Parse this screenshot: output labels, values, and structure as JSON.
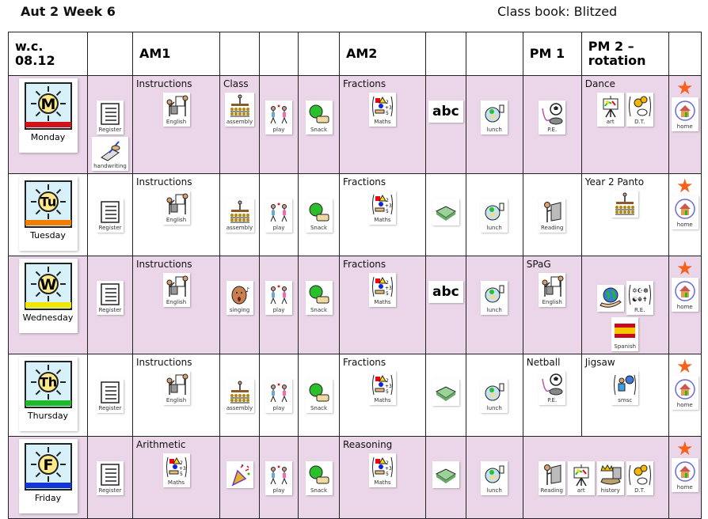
{
  "title": "Aut 2 Week 6",
  "class_book": "Class book: Blitzed",
  "header": [
    "w.c. 08.12",
    "",
    "AM1",
    "",
    "",
    "",
    "AM2",
    "",
    "",
    "PM 1",
    "PM 2 – rotation",
    ""
  ],
  "colors": {
    "pink": "#ead6e8",
    "star": "#f5621c"
  },
  "rows": [
    {
      "day": {
        "letter": "M",
        "name": "Monday",
        "bar": "#d0141a"
      },
      "pink": true,
      "cells": [
        {
          "symbols": [
            {
              "icon": "register",
              "label": "Register"
            },
            {
              "icon": "handwriting",
              "label": "handwriting"
            }
          ]
        },
        {
          "heading": "Instructions",
          "symbols": [
            {
              "icon": "english",
              "label": "English"
            }
          ]
        },
        {
          "heading": "Class",
          "symbols": [
            {
              "icon": "assembly",
              "label": "assembly"
            }
          ]
        },
        {
          "symbols": [
            {
              "icon": "play",
              "label": "play"
            }
          ]
        },
        {
          "symbols": [
            {
              "icon": "snack",
              "label": "Snack"
            }
          ]
        },
        {
          "heading": "Fractions",
          "symbols": [
            {
              "icon": "maths",
              "label": "Maths"
            }
          ]
        },
        {
          "symbols": [
            {
              "icon": "abc",
              "label": "abc"
            }
          ]
        },
        {
          "symbols": [
            {
              "icon": "lunch",
              "label": "lunch"
            }
          ]
        },
        {
          "symbols": [
            {
              "icon": "pe",
              "label": "P.E."
            }
          ]
        },
        {
          "heading": "Dance",
          "symbols": [
            {
              "icon": "art",
              "label": "art"
            },
            {
              "icon": "dt",
              "label": "D.T."
            }
          ]
        },
        {
          "star": "★",
          "symbols": [
            {
              "icon": "home",
              "label": "home"
            }
          ]
        }
      ]
    },
    {
      "day": {
        "letter": "Tu",
        "name": "Tuesday",
        "bar": "#f07c00"
      },
      "pink": false,
      "cells": [
        {
          "symbols": [
            {
              "icon": "register",
              "label": "Register"
            }
          ]
        },
        {
          "heading": "Instructions",
          "symbols": [
            {
              "icon": "english",
              "label": "English"
            }
          ]
        },
        {
          "symbols": [
            {
              "icon": "assembly",
              "label": "assembly"
            }
          ]
        },
        {
          "symbols": [
            {
              "icon": "play",
              "label": "play"
            }
          ]
        },
        {
          "symbols": [
            {
              "icon": "snack",
              "label": "Snack"
            }
          ]
        },
        {
          "heading": "Fractions",
          "symbols": [
            {
              "icon": "maths",
              "label": "Maths"
            }
          ]
        },
        {
          "symbols": [
            {
              "icon": "book"
            }
          ]
        },
        {
          "symbols": [
            {
              "icon": "lunch",
              "label": "lunch"
            }
          ]
        },
        {
          "symbols": [
            {
              "icon": "reading",
              "label": "Reading"
            }
          ]
        },
        {
          "heading": "Year 2 Panto",
          "symbols": [
            {
              "icon": "assembly"
            }
          ]
        },
        {
          "star": "★",
          "symbols": [
            {
              "icon": "home",
              "label": "home"
            }
          ]
        }
      ]
    },
    {
      "day": {
        "letter": "W",
        "name": "Wednesday",
        "bar": "#f2e600"
      },
      "pink": true,
      "cells": [
        {
          "symbols": [
            {
              "icon": "register",
              "label": "Register"
            }
          ]
        },
        {
          "heading": "Instructions",
          "symbols": [
            {
              "icon": "english",
              "label": "English"
            }
          ]
        },
        {
          "symbols": [
            {
              "icon": "singing",
              "label": "singing"
            }
          ]
        },
        {
          "symbols": [
            {
              "icon": "play",
              "label": "play"
            }
          ]
        },
        {
          "symbols": [
            {
              "icon": "snack",
              "label": "Snack"
            }
          ]
        },
        {
          "heading": "Fractions",
          "symbols": [
            {
              "icon": "maths",
              "label": "Maths"
            }
          ]
        },
        {
          "symbols": [
            {
              "icon": "abc",
              "label": "abc"
            }
          ]
        },
        {
          "symbols": [
            {
              "icon": "lunch",
              "label": "lunch"
            }
          ]
        },
        {
          "heading": "SPaG",
          "symbols": [
            {
              "icon": "english",
              "label": "English"
            }
          ]
        },
        {
          "symbols": [
            {
              "icon": "globe"
            },
            {
              "icon": "re",
              "label": "R.E."
            },
            {
              "icon": "spanish",
              "label": "Spanish"
            }
          ]
        },
        {
          "star": "★",
          "symbols": [
            {
              "icon": "home",
              "label": "home"
            }
          ]
        }
      ]
    },
    {
      "day": {
        "letter": "Th",
        "name": "Thursday",
        "bar": "#1fb82a"
      },
      "pink": false,
      "cells": [
        {
          "symbols": [
            {
              "icon": "register",
              "label": "Register"
            }
          ]
        },
        {
          "heading": "Instructions",
          "symbols": [
            {
              "icon": "english",
              "label": "English"
            }
          ]
        },
        {
          "symbols": [
            {
              "icon": "assembly",
              "label": "assembly"
            }
          ]
        },
        {
          "symbols": [
            {
              "icon": "play",
              "label": "play"
            }
          ]
        },
        {
          "symbols": [
            {
              "icon": "snack",
              "label": "Snack"
            }
          ]
        },
        {
          "heading": "Fractions",
          "symbols": [
            {
              "icon": "maths",
              "label": "Maths"
            }
          ]
        },
        {
          "symbols": [
            {
              "icon": "book"
            }
          ]
        },
        {
          "symbols": [
            {
              "icon": "lunch",
              "label": "lunch"
            }
          ]
        },
        {
          "heading": "Netball",
          "symbols": [
            {
              "icon": "pe",
              "label": "P.E."
            }
          ]
        },
        {
          "heading": "Jigsaw",
          "symbols": [
            {
              "icon": "smsc",
              "label": "smsc"
            }
          ]
        },
        {
          "star": "★",
          "symbols": [
            {
              "icon": "home",
              "label": "home"
            }
          ]
        }
      ]
    },
    {
      "day": {
        "letter": "F",
        "name": "Friday",
        "bar": "#1436d6"
      },
      "pink": true,
      "cells": [
        {
          "symbols": [
            {
              "icon": "register",
              "label": "Register"
            }
          ]
        },
        {
          "heading": "Arithmetic",
          "symbols": [
            {
              "icon": "maths",
              "label": "Maths"
            }
          ]
        },
        {
          "symbols": [
            {
              "icon": "party"
            }
          ]
        },
        {
          "symbols": [
            {
              "icon": "play",
              "label": "play"
            }
          ]
        },
        {
          "symbols": [
            {
              "icon": "snack",
              "label": "Snack"
            }
          ]
        },
        {
          "heading": "Reasoning",
          "symbols": [
            {
              "icon": "maths",
              "label": "Maths"
            }
          ]
        },
        {
          "symbols": [
            {
              "icon": "book"
            }
          ]
        },
        {
          "symbols": [
            {
              "icon": "lunch",
              "label": "lunch"
            }
          ]
        },
        {
          "span": 2,
          "symbols": [
            {
              "icon": "reading",
              "label": "Reading"
            },
            {
              "icon": "art",
              "label": "art"
            },
            {
              "icon": "history",
              "label": "history"
            },
            {
              "icon": "dt",
              "label": "D.T."
            }
          ]
        },
        {
          "star": "★",
          "symbols": [
            {
              "icon": "home",
              "label": "home"
            }
          ]
        }
      ]
    }
  ]
}
